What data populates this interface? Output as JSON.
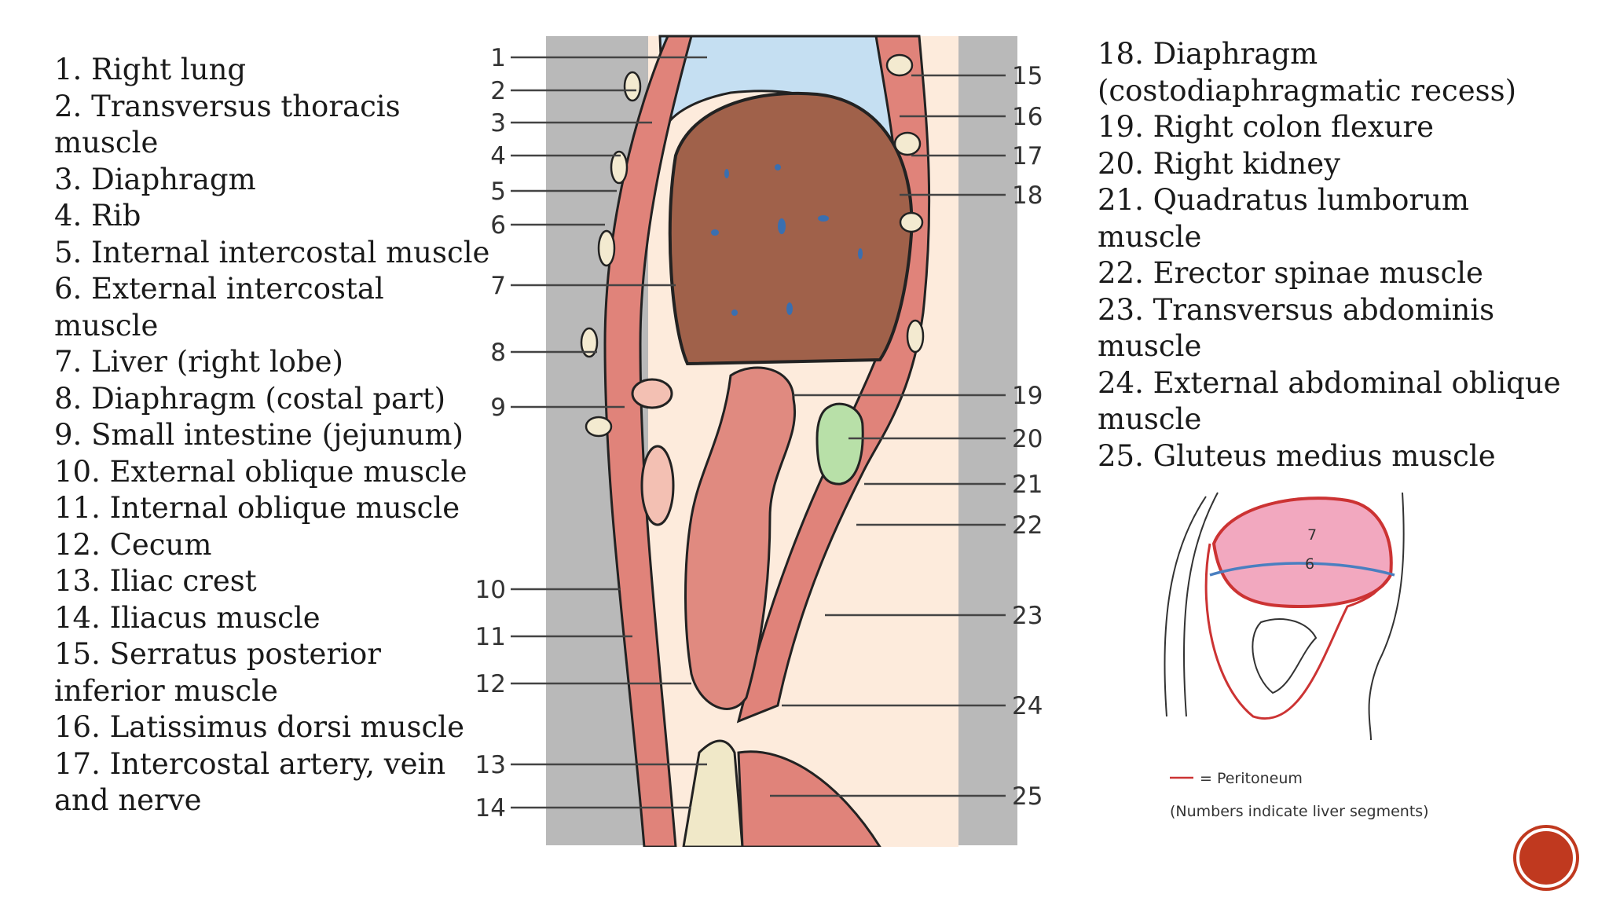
{
  "legend_left": [
    "1. Right lung",
    "2. Transversus thoracis muscle",
    "3. Diaphragm",
    "4. Rib",
    "5. Internal intercostal muscle",
    "6. External intercostal muscle",
    "7. Liver (right lobe)",
    "8. Diaphragm (costal part)",
    "9. Small intestine (jejunum)",
    "10. External oblique muscle",
    "11. Internal oblique muscle",
    "12. Cecum",
    "13. Iliac crest",
    "14. Iliacus muscle",
    "15. Serratus posterior inferior muscle",
    "16. Latissimus dorsi muscle",
    "17. Intercostal artery, vein and nerve"
  ],
  "legend_right": [
    "18. Diaphragm (costodiaphragmatic recess)",
    "19. Right colon flexure",
    "20. Right kidney",
    "21. Quadratus lumborum muscle",
    "22. Erector spinae muscle",
    "23. Transversus abdominis muscle",
    "24. External abdominal oblique muscle",
    "25. Gluteus medius muscle"
  ],
  "figure_numbers_left": [
    "1",
    "2",
    "3",
    "4",
    "5",
    "6",
    "7",
    "8",
    "9",
    "10",
    "11",
    "12",
    "13",
    "14"
  ],
  "figure_numbers_right": [
    "15",
    "16",
    "17",
    "18",
    "19",
    "20",
    "21",
    "22",
    "23",
    "24",
    "25"
  ],
  "inset": {
    "segment_upper": "7",
    "segment_lower": "6",
    "key_text": "= Peritoneum",
    "note": "(Numbers indicate liver segments)"
  },
  "colors": {
    "lung": "#c5dff2",
    "liver": "#a0614a",
    "muscle": "#e0837a",
    "intestine": "#e08a80",
    "kidney": "#b8e0a8",
    "skin": "#fdebdc",
    "peritoneum_line": "#cc3333",
    "nav_button": "#c0391f"
  },
  "nav": {
    "icon": "circle-button-icon"
  }
}
